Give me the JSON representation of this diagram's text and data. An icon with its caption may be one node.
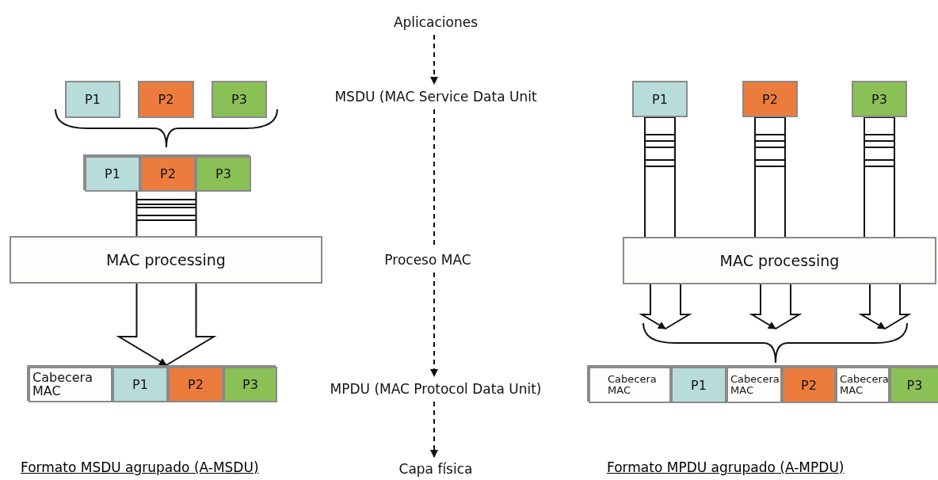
{
  "diagram": {
    "nodes": [
      {
        "text": [
          "Aplicaciones"
        ]
      },
      {
        "text": [
          "MSDU (MAC Service Data Unit"
        ]
      },
      {
        "text": [
          "Proceso MAC"
        ]
      },
      {
        "text": [
          "MPDU (MAC Protocol Data Unit)"
        ]
      },
      {
        "text": [
          "Capa física"
        ]
      },
      {
        "text": [
          "P1"
        ]
      },
      {
        "text": [
          "P2"
        ]
      },
      {
        "text": [
          "P3"
        ]
      },
      {
        "text": [],
        "shape": "bar"
      },
      {
        "text": [
          "P1"
        ],
        "in": 8
      },
      {
        "text": [
          "P2"
        ],
        "in": 8
      },
      {
        "text": [
          "P3"
        ],
        "in": 8
      },
      {
        "text": [
          "MAC processing"
        ]
      },
      {
        "text": [],
        "shape": "bar"
      },
      {
        "text": [
          "Cabecera MAC"
        ],
        "in": 13
      },
      {
        "text": [
          "P1"
        ],
        "in": 13
      },
      {
        "text": [
          "P2"
        ],
        "in": 13
      },
      {
        "text": [
          "P3"
        ],
        "in": 13
      },
      {
        "text": [
          "P1"
        ]
      },
      {
        "text": [
          "P2"
        ]
      },
      {
        "text": [
          "P3"
        ]
      },
      {
        "text": [
          "MAC processing"
        ]
      },
      {
        "text": [],
        "shape": "bar"
      },
      {
        "text": [
          "Cabecera MAC"
        ],
        "in": 22
      },
      {
        "text": [
          "P1"
        ],
        "in": 22
      },
      {
        "text": [
          "Cabecera MAC"
        ],
        "in": 22
      },
      {
        "text": [
          "P2"
        ],
        "in": 22
      },
      {
        "text": [
          "Cabecera MAC"
        ],
        "in": 22
      },
      {
        "text": [
          "P3"
        ],
        "in": 22
      }
    ],
    "edges": [
      {
        "from": 0,
        "to": 1,
        "arrow": "to",
        "style": "dashed"
      },
      {
        "from": 1,
        "to": 2,
        "arrow": "none",
        "style": "dashed"
      },
      {
        "from": 2,
        "to": 3,
        "arrow": "to",
        "style": "dashed"
      },
      {
        "from": 3,
        "to": 4,
        "arrow": "to",
        "style": "dashed"
      },
      {
        "from": 8,
        "to": 12,
        "arrow": "none"
      },
      {
        "from": 12,
        "to": 13,
        "arrow": "to"
      },
      {
        "from": 18,
        "to": 21,
        "arrow": "none"
      },
      {
        "from": 19,
        "to": 21,
        "arrow": "none"
      },
      {
        "from": 20,
        "to": 21,
        "arrow": "none"
      },
      {
        "from": 21,
        "to": null,
        "arrow": "to"
      },
      {
        "from": 21,
        "to": null,
        "arrow": "to"
      },
      {
        "from": 21,
        "to": null,
        "arrow": "to"
      }
    ],
    "labels": [
      "Formato MSDU agrupado (A-MSDU)",
      "Formato MPDU agrupado (A-MPDU)"
    ]
  }
}
